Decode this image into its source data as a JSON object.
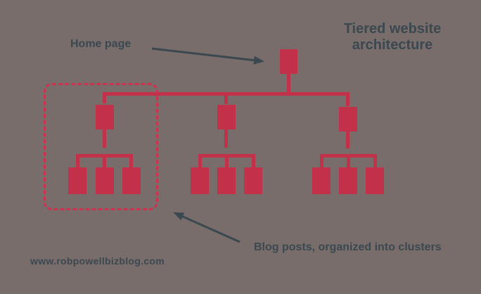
{
  "title": {
    "line1": "Tiered website",
    "line2": "architecture"
  },
  "annotations": {
    "home_page_label": "Home page",
    "blog_posts_label": "Blog posts, organized into clusters"
  },
  "watermark": "www.robpowellbizblog.com",
  "colors": {
    "background": "#786d6b",
    "node_red": "#c2304a",
    "cluster_outline": "#cc3350",
    "text": "#3b4850",
    "arrow": "#3b4850"
  },
  "diagram": {
    "type": "tree",
    "tier1_nodes": 1,
    "tier2_nodes": 3,
    "tier3_leaves_per_cluster": 3,
    "highlighted_cluster": "left",
    "root_meaning": "Home page",
    "leaf_meaning": "Blog posts, organized into clusters"
  }
}
